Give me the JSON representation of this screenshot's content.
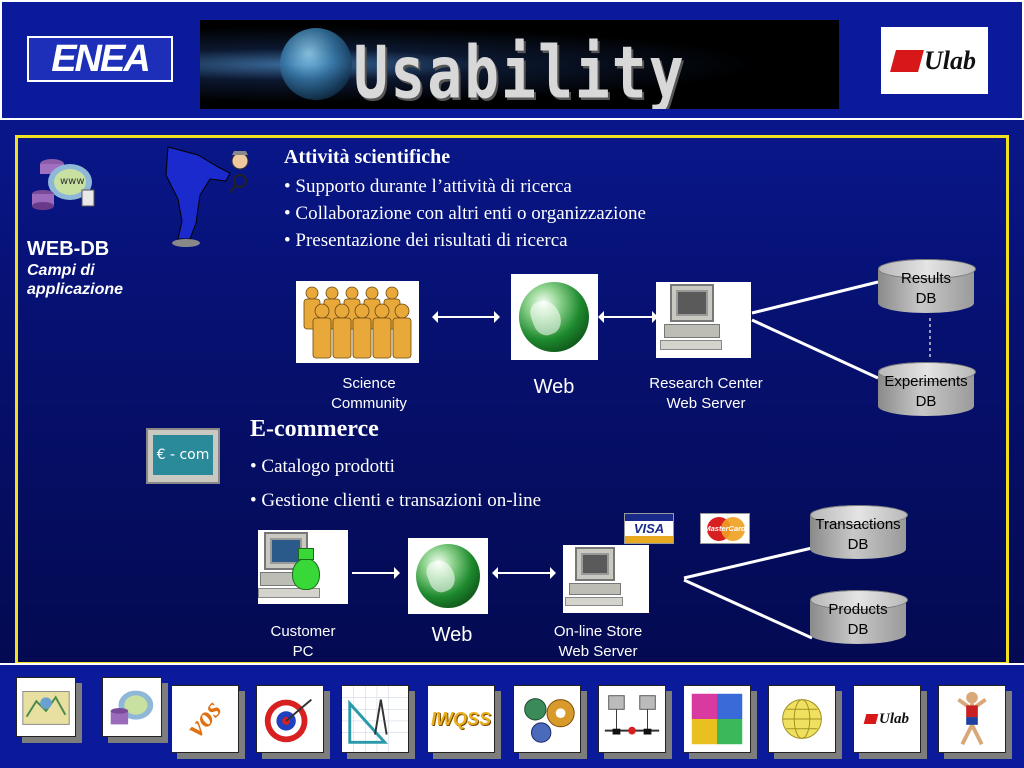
{
  "header": {
    "enea_logo_text": "ENEA",
    "banner_title": "Usability Laboratory",
    "ulab_logo_text": "Ulab"
  },
  "side_title": {
    "line1": "WEB-DB",
    "line2": "Campi di",
    "line3": "applicazione"
  },
  "science": {
    "heading": "Attività scientifiche",
    "bullets": [
      "• Supporto durante l’attività di ricerca",
      "• Collaborazione con altri enti o organizzazione",
      "• Presentazione dei risultati di ricerca"
    ],
    "captions": {
      "community": [
        "Science",
        "Community"
      ],
      "web": "Web",
      "server": [
        "Research Center",
        "Web Server"
      ]
    },
    "dbs": {
      "results": [
        "Results",
        "DB"
      ],
      "experiments": [
        "Experiments",
        "DB"
      ]
    }
  },
  "ecommerce": {
    "icon_text": "€ - com",
    "heading": "E-commerce",
    "bullets": [
      "• Catalogo prodotti",
      "• Gestione clienti e transazioni on-line"
    ],
    "card1": "VISA",
    "card2": "MasterCard",
    "captions": {
      "customer": [
        "Customer",
        "PC"
      ],
      "web": "Web",
      "server": [
        "On-line Store",
        "Web Server"
      ]
    },
    "dbs": {
      "transactions": [
        "Transactions",
        "DB"
      ],
      "products": [
        "Products",
        "DB"
      ]
    }
  },
  "nav": {
    "tile3_text": "vos",
    "tile6_text": "IWQSS",
    "tile11_text": "Ulab"
  },
  "colors": {
    "background": "#0a1a9a",
    "frame": "#f0e020",
    "globe": "#1e8a2e"
  }
}
